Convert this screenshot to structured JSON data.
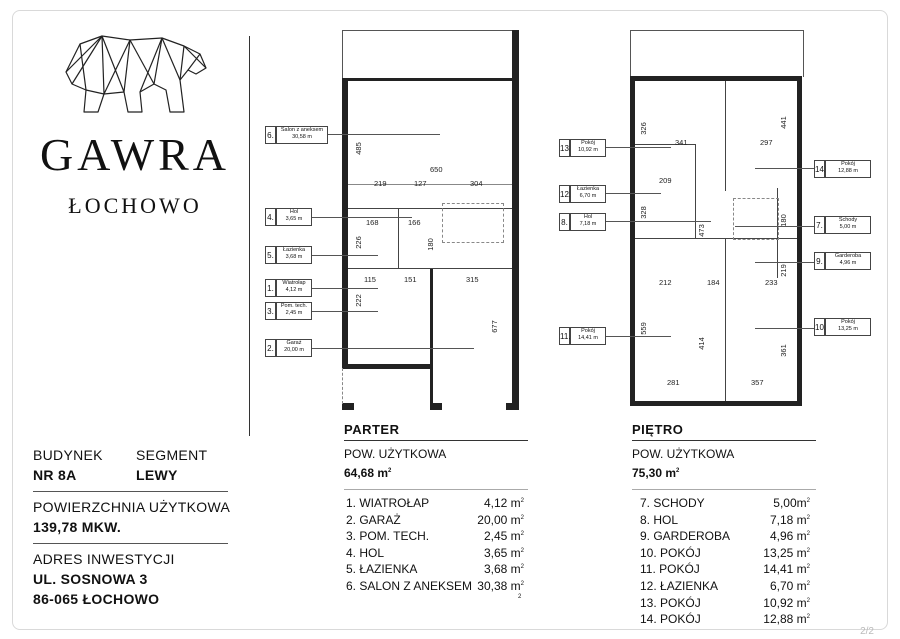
{
  "brand": {
    "title": "GAWRA",
    "subtitle": "ŁOCHOWO"
  },
  "info": {
    "building_label": "BUDYNEK",
    "building_value": "NR 8A",
    "segment_label": "SEGMENT",
    "segment_value": "LEWY",
    "area_label": "POWIERZCHNIA UŻYTKOWA",
    "area_value": "139,78 MKW.",
    "address_label": "ADRES INWESTYCJI",
    "address_line1": "UL. SOSNOWA 3",
    "address_line2": "86-065 ŁOCHOWO"
  },
  "parter": {
    "title": "PARTER",
    "area_label": "POW. UŻYTKOWA",
    "area_value": "64,68 m",
    "rooms": [
      {
        "name": "1. WIATROŁAP",
        "area": "4,12 m"
      },
      {
        "name": "2. GARAŻ",
        "area": "20,00 m"
      },
      {
        "name": "3. POM. TECH.",
        "area": "2,45 m"
      },
      {
        "name": "4. HOL",
        "area": "3,65 m"
      },
      {
        "name": "5. ŁAZIENKA",
        "area": "3,68 m"
      },
      {
        "name": "6. SALON Z ANEKSEM",
        "area": "30,38 m"
      }
    ],
    "trailing_sup": "2",
    "plan_labels": [
      {
        "num": "6.",
        "name": "Salon z aneksem",
        "area": "30,58 m"
      },
      {
        "num": "4.",
        "name": "Hol",
        "area": "3,65 m"
      },
      {
        "num": "5.",
        "name": "Łazienka",
        "area": "3,68 m"
      },
      {
        "num": "1.",
        "name": "Wiatrołap",
        "area": "4,12 m"
      },
      {
        "num": "3.",
        "name": "Pom. tech.",
        "area": "2,45 m"
      },
      {
        "num": "2.",
        "name": "Garaż",
        "area": "20,00 m"
      }
    ],
    "dims": [
      "650",
      "219",
      "127",
      "304",
      "168",
      "166",
      "180",
      "226",
      "115",
      "151",
      "315",
      "222",
      "677",
      "485"
    ]
  },
  "pietro": {
    "title": "PIĘTRO",
    "area_label": "POW. UŻYTKOWA",
    "area_value": "75,30 m",
    "rooms": [
      {
        "name": "7. SCHODY",
        "area": "5,00m"
      },
      {
        "name": "8. HOL",
        "area": "7,18 m"
      },
      {
        "name": "9. GARDEROBA",
        "area": "4,96 m"
      },
      {
        "name": "10. POKÓJ",
        "area": "13,25 m"
      },
      {
        "name": "11. POKÓJ",
        "area": "14,41 m"
      },
      {
        "name": "12. ŁAZIENKA",
        "area": "6,70 m"
      },
      {
        "name": "13. POKÓJ",
        "area": "10,92 m"
      },
      {
        "name": "14. POKÓJ",
        "area": "12,88 m"
      }
    ],
    "plan_labels_left": [
      {
        "num": "13.",
        "name": "Pokój",
        "area": "10,92 m"
      },
      {
        "num": "12.",
        "name": "Łazienka",
        "area": "6,70 m"
      },
      {
        "num": "8.",
        "name": "Hol",
        "area": "7,18 m"
      },
      {
        "num": "11.",
        "name": "Pokój",
        "area": "14,41 m"
      }
    ],
    "plan_labels_right": [
      {
        "num": "14.",
        "name": "Pokój",
        "area": "12,88 m"
      },
      {
        "num": "7.",
        "name": "Schody",
        "area": "5,00 m"
      },
      {
        "num": "9.",
        "name": "Garderoba",
        "area": "4,96 m"
      },
      {
        "num": "10.",
        "name": "Pokój",
        "area": "13,25 m"
      }
    ],
    "dims": [
      "326",
      "341",
      "297",
      "441",
      "209",
      "328",
      "473",
      "180",
      "219",
      "212",
      "184",
      "233",
      "559",
      "414",
      "361",
      "281",
      "357"
    ]
  },
  "page_number": "2/2"
}
